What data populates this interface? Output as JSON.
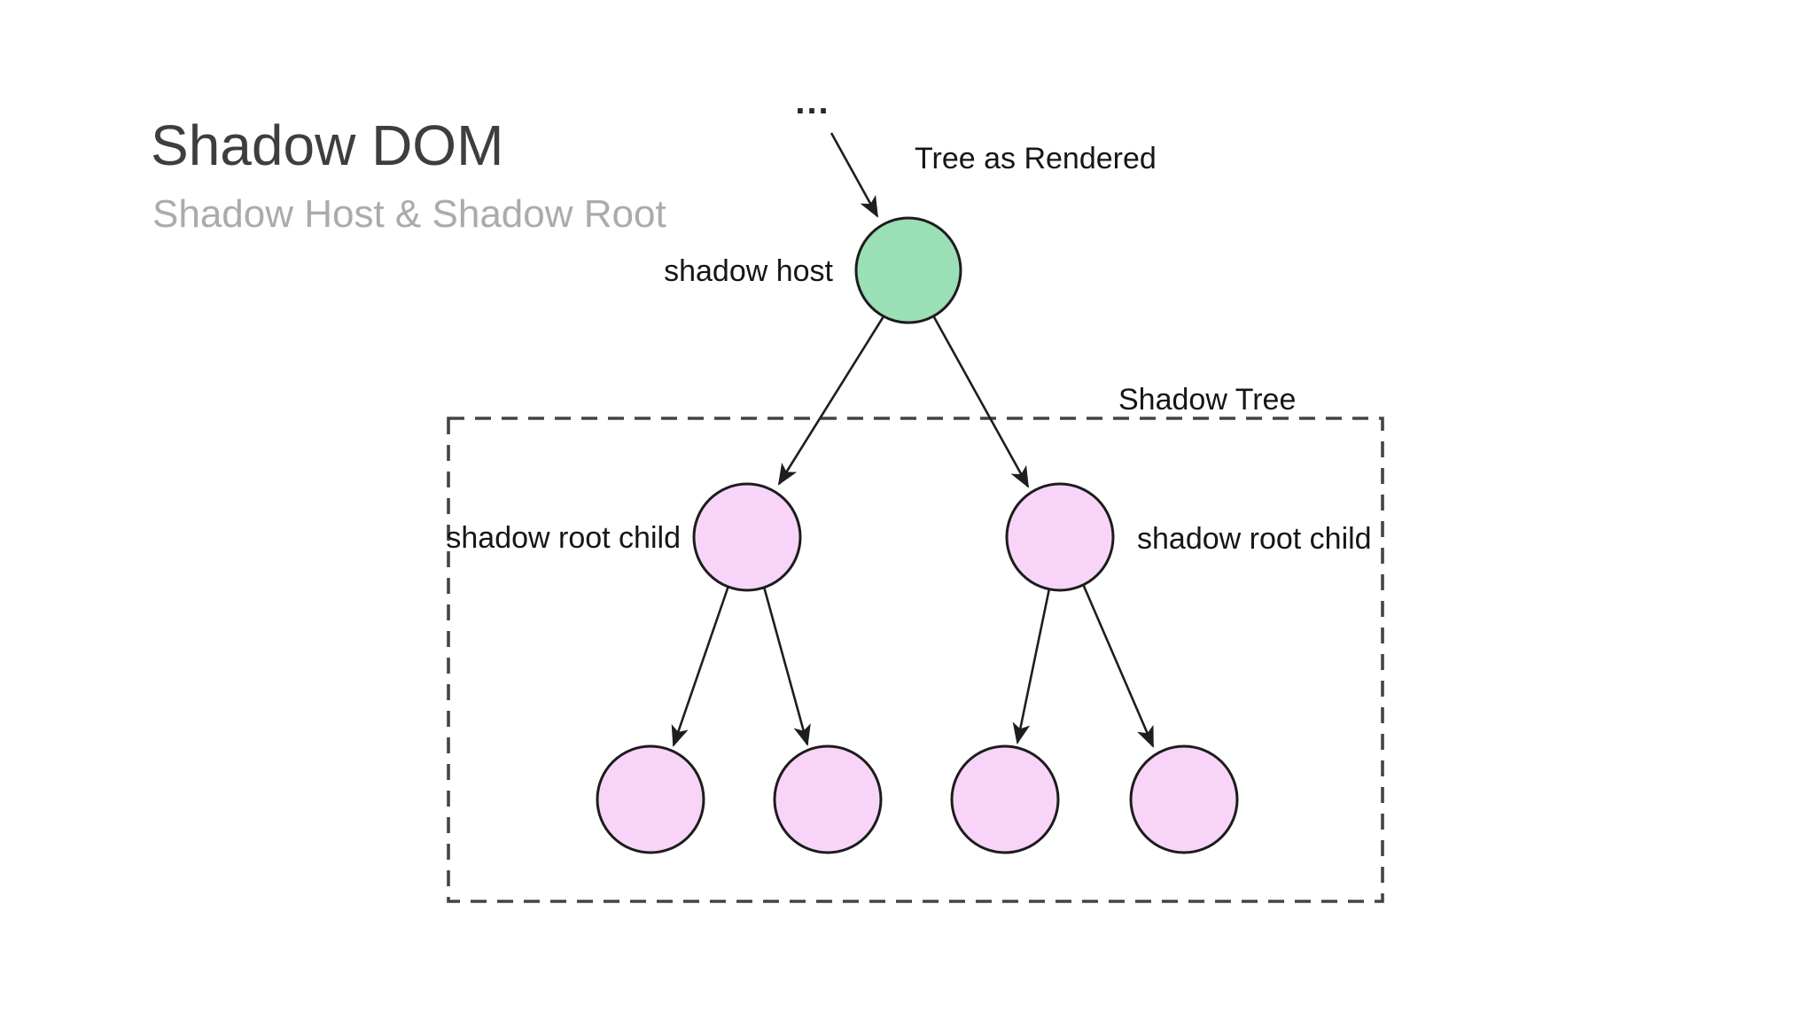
{
  "slide": {
    "title": "Shadow DOM",
    "subtitle": "Shadow Host & Shadow Root"
  },
  "diagram": {
    "labels": {
      "document_ellipsis": "...",
      "tree_as_rendered": "Tree as Rendered",
      "shadow_host": "shadow host",
      "shadow_tree": "Shadow Tree",
      "shadow_root_child_left": "shadow root child",
      "shadow_root_child_right": "shadow root child"
    },
    "nodes": {
      "shadow_host": {
        "type": "circle",
        "fill": "#9adfb5"
      },
      "shadow_root_children": {
        "type": "circle",
        "fill": "#f8d5f8",
        "count": 2
      },
      "leaf_children": {
        "type": "circle",
        "fill": "#f8d5f8",
        "count": 4
      }
    },
    "colors": {
      "host_fill": "#9adfb5",
      "child_fill": "#f8d5f8",
      "node_stroke": "#1c1c1c",
      "edge_color": "#1e1e1e",
      "boundary_dash_color": "#444444",
      "label_color": "#15151a",
      "title_color": "#3e3e3e",
      "subtitle_color": "#ababab"
    }
  }
}
